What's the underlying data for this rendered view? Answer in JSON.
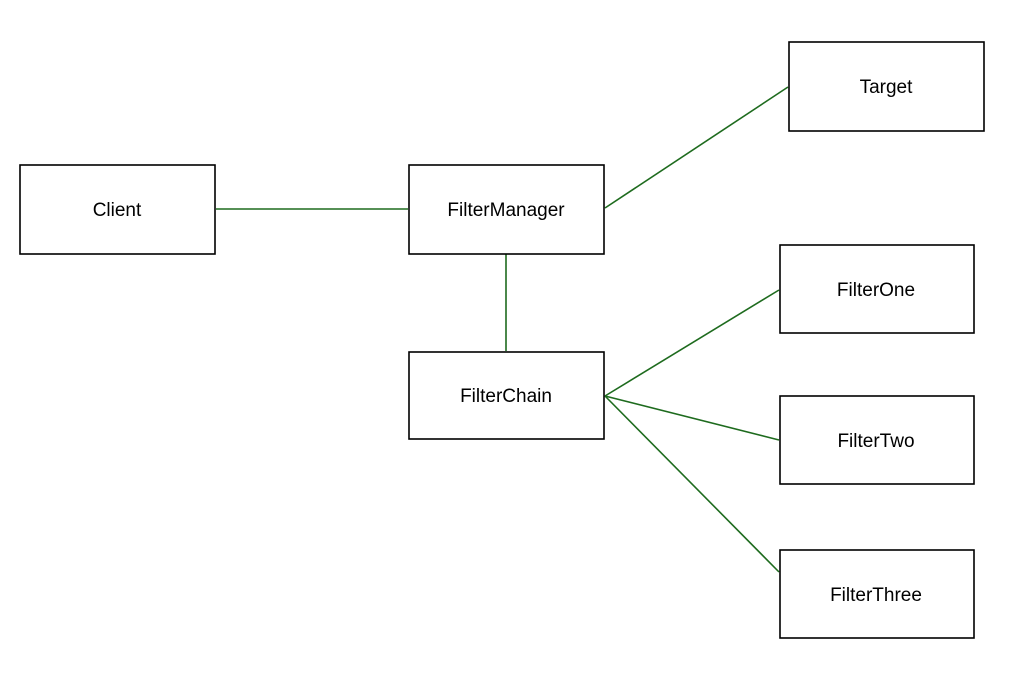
{
  "diagram": {
    "edge_color": "#1e6b1e",
    "nodes": {
      "client": "Client",
      "filter_manager": "FilterManager",
      "target": "Target",
      "filter_chain": "FilterChain",
      "filter_one": "FilterOne",
      "filter_two": "FilterTwo",
      "filter_three": "FilterThree"
    },
    "edges": [
      {
        "from": "Client",
        "to": "FilterManager"
      },
      {
        "from": "FilterManager",
        "to": "Target"
      },
      {
        "from": "FilterManager",
        "to": "FilterChain"
      },
      {
        "from": "FilterChain",
        "to": "FilterOne"
      },
      {
        "from": "FilterChain",
        "to": "FilterTwo"
      },
      {
        "from": "FilterChain",
        "to": "FilterThree"
      }
    ]
  }
}
